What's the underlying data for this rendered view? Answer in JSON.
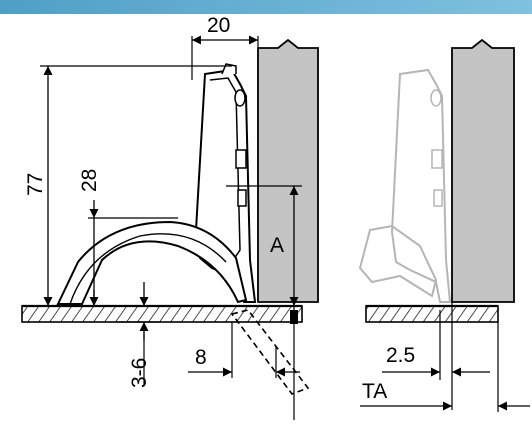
{
  "colors": {
    "banner_left": "#4f9fc6",
    "banner_right": "#7fc1df",
    "line": "#000000",
    "wall_fill": "#c4c4c4",
    "ghost": "#b5b5b5"
  },
  "labels": {
    "dim_20": "20",
    "dim_77": "77",
    "dim_28": "28",
    "dim_A": "A",
    "dim_3_6": "3-6",
    "dim_8": "8",
    "dim_2_5": "2.5",
    "dim_TA": "TA"
  }
}
